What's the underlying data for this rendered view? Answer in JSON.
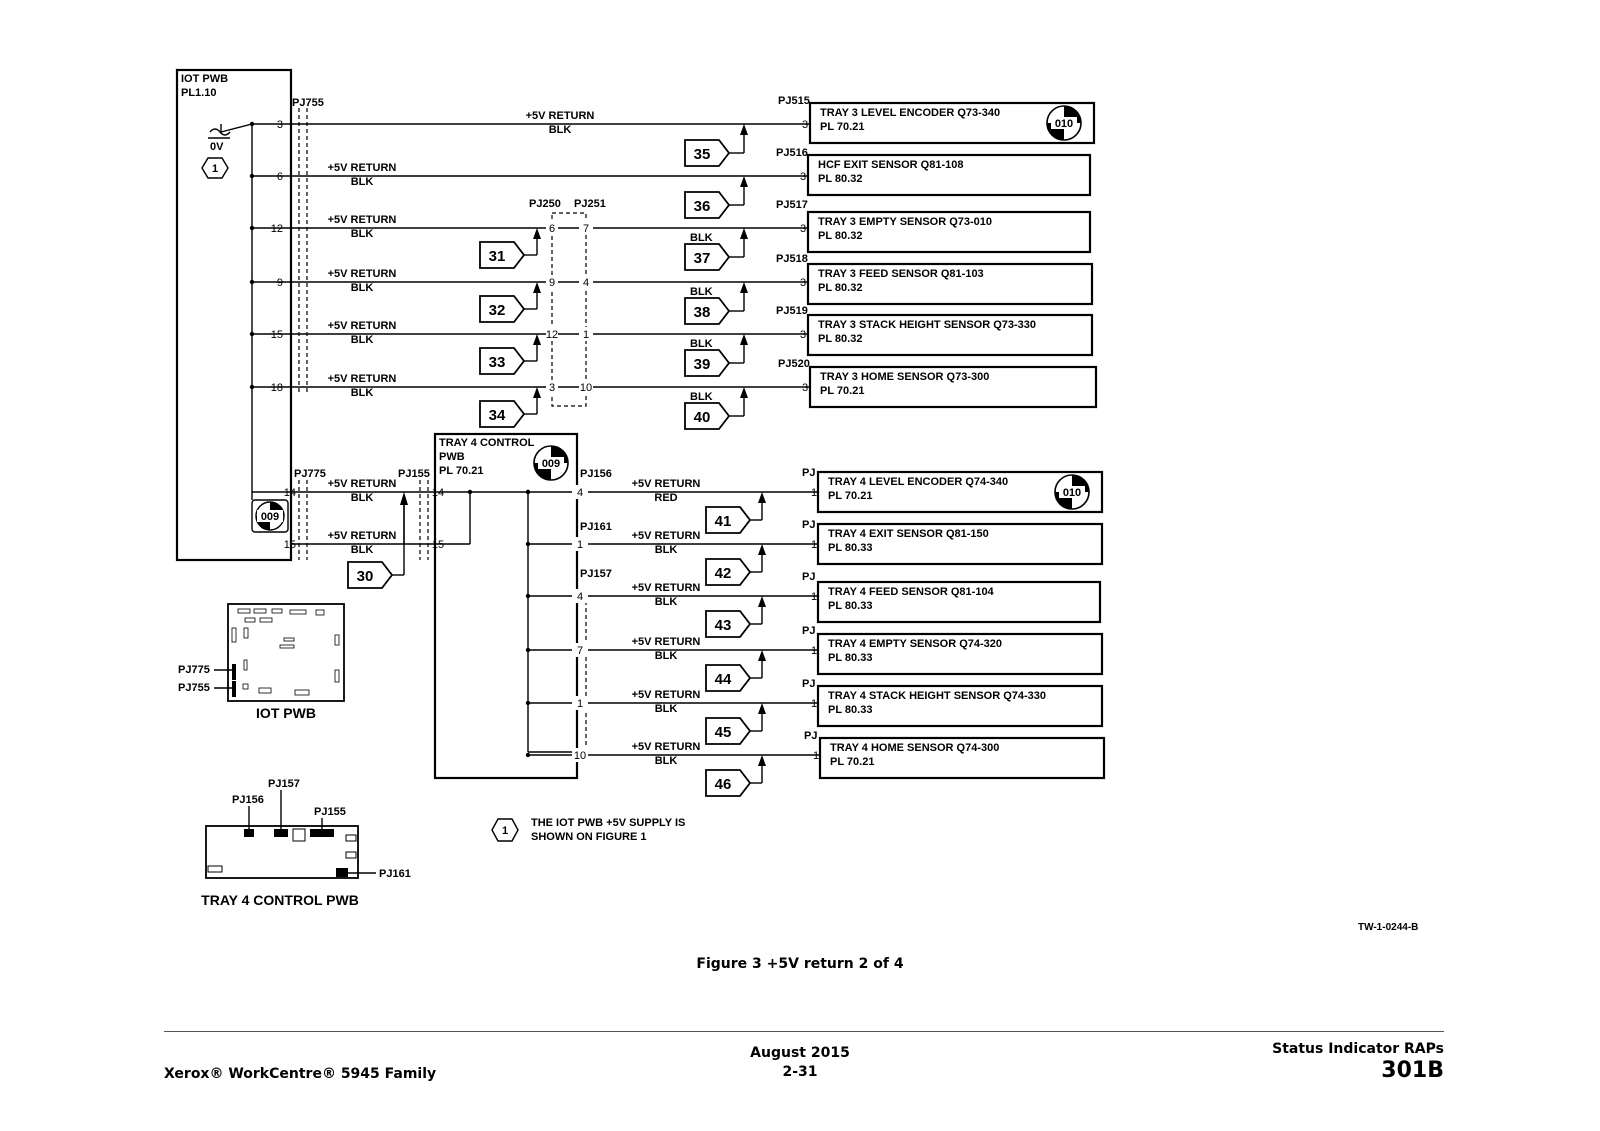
{
  "diagram": {
    "iot_pwb": {
      "title": "IOT PWB",
      "pl": "PL1.10",
      "ground": "0V",
      "note_ref": "1",
      "fault_code": "009"
    },
    "tray4_pwb": {
      "title_lines": [
        "TRAY 4 CONTROL",
        "PWB"
      ],
      "pl": "PL 70.21",
      "fault_code": "009"
    },
    "connectors": {
      "pj755": "PJ755",
      "pj775": "PJ775",
      "pj250": "PJ250",
      "pj251": "PJ251",
      "pj155": "PJ155",
      "pj156": "PJ156",
      "pj161": "PJ161",
      "pj157": "PJ157"
    },
    "upper_nets": [
      {
        "iot_pin": "3",
        "left_signal": "+5V RETURN",
        "left_color": "BLK",
        "pj250_pin": "",
        "pj251_pin": "",
        "right_color": "",
        "badge": "35",
        "sensor_conn": "PJ515",
        "sensor_pin": "3",
        "sensor": "TRAY 3 LEVEL ENCODER Q73-340",
        "pl": "PL 70.21",
        "fault_code": "010"
      },
      {
        "iot_pin": "6",
        "left_signal": "+5V RETURN",
        "left_color": "BLK",
        "pj250_pin": "",
        "pj251_pin": "",
        "right_color": "",
        "badge": "36",
        "sensor_conn": "PJ516",
        "sensor_pin": "3",
        "sensor": "HCF EXIT SENSOR Q81-108",
        "pl": "PL 80.32",
        "fault_code": ""
      },
      {
        "iot_pin": "12",
        "left_signal": "+5V RETURN",
        "left_color": "BLK",
        "pj250_pin": "6",
        "pj251_pin": "7",
        "right_color": "BLK",
        "left_badge": "31",
        "badge": "37",
        "sensor_conn": "PJ517",
        "sensor_pin": "3",
        "sensor": "TRAY 3 EMPTY SENSOR Q73-010",
        "pl": "PL 80.32",
        "fault_code": ""
      },
      {
        "iot_pin": "9",
        "left_signal": "+5V RETURN",
        "left_color": "BLK",
        "pj250_pin": "9",
        "pj251_pin": "4",
        "right_color": "BLK",
        "left_badge": "32",
        "badge": "38",
        "sensor_conn": "PJ518",
        "sensor_pin": "3",
        "sensor": "TRAY 3 FEED SENSOR Q81-103",
        "pl": "PL 80.32",
        "fault_code": ""
      },
      {
        "iot_pin": "15",
        "left_signal": "+5V RETURN",
        "left_color": "BLK",
        "pj250_pin": "12",
        "pj251_pin": "1",
        "right_color": "BLK",
        "left_badge": "33",
        "badge": "39",
        "sensor_conn": "PJ519",
        "sensor_pin": "3",
        "sensor": "TRAY 3 STACK HEIGHT SENSOR Q73-330",
        "pl": "PL 80.32",
        "fault_code": ""
      },
      {
        "iot_pin": "18",
        "left_signal": "+5V RETURN",
        "left_color": "BLK",
        "pj250_pin": "3",
        "pj251_pin": "10",
        "right_color": "BLK",
        "left_badge": "34",
        "badge": "40",
        "sensor_conn": "PJ520",
        "sensor_pin": "3",
        "sensor": "TRAY 3 HOME SENSOR Q73-300",
        "pl": "PL 70.21",
        "fault_code": ""
      }
    ],
    "iot_to_tray4": [
      {
        "iot_pin": "14",
        "signal": "+5V RETURN",
        "color": "BLK",
        "tray4_pin": "14"
      },
      {
        "iot_pin": "15",
        "signal": "+5V RETURN",
        "color": "BLK",
        "tray4_pin": "15",
        "badge": "30"
      }
    ],
    "lower_nets": [
      {
        "pin": "4",
        "signal": "+5V RETURN",
        "color": "RED",
        "badge": "41",
        "sensor_conn": "PJ",
        "sensor_pin": "1",
        "sensor": "TRAY 4 LEVEL ENCODER Q74-340",
        "pl": "PL 70.21",
        "fault_code": "010"
      },
      {
        "pin": "1",
        "signal": "+5V RETURN",
        "color": "BLK",
        "badge": "42",
        "sensor_conn": "PJ",
        "sensor_pin": "1",
        "sensor": "TRAY 4 EXIT SENSOR Q81-150",
        "pl": "PL 80.33",
        "fault_code": ""
      },
      {
        "pin": "4",
        "signal": "+5V RETURN",
        "color": "BLK",
        "badge": "43",
        "sensor_conn": "PJ",
        "sensor_pin": "1",
        "sensor": "TRAY 4 FEED SENSOR Q81-104",
        "pl": "PL 80.33",
        "fault_code": ""
      },
      {
        "pin": "7",
        "signal": "+5V RETURN",
        "color": "BLK",
        "badge": "44",
        "sensor_conn": "PJ",
        "sensor_pin": "1",
        "sensor": "TRAY 4 EMPTY SENSOR Q74-320",
        "pl": "PL 80.33",
        "fault_code": ""
      },
      {
        "pin": "1",
        "signal": "+5V RETURN",
        "color": "BLK",
        "badge": "45",
        "sensor_conn": "PJ",
        "sensor_pin": "1",
        "sensor": "TRAY 4 STACK HEIGHT SENSOR Q74-330",
        "pl": "PL 80.33",
        "fault_code": ""
      },
      {
        "pin": "10",
        "signal": "+5V RETURN",
        "color": "BLK",
        "badge": "46",
        "sensor_conn": "PJ",
        "sensor_pin": "1",
        "sensor": "TRAY 4 HOME SENSOR Q74-300",
        "pl": "PL 70.21",
        "fault_code": ""
      }
    ],
    "locator_iot": {
      "title": "IOT PWB",
      "labels": [
        "PJ775",
        "PJ755"
      ]
    },
    "locator_tray4": {
      "title": "TRAY 4 CONTROL PWB",
      "labels": [
        "PJ157",
        "PJ156",
        "PJ155",
        "PJ161"
      ]
    },
    "note": {
      "ref": "1",
      "lines": [
        "THE IOT PWB +5V SUPPLY IS",
        "SHOWN ON FIGURE 1"
      ]
    },
    "figure_id": "TW-1-0244-B"
  },
  "caption": "Figure 3 +5V return 2 of 4",
  "footer": {
    "date": "August 2015",
    "page": "2-31",
    "product": "Xerox® WorkCentre® 5945 Family",
    "section": "Status Indicator RAPs",
    "rap": "301B"
  }
}
